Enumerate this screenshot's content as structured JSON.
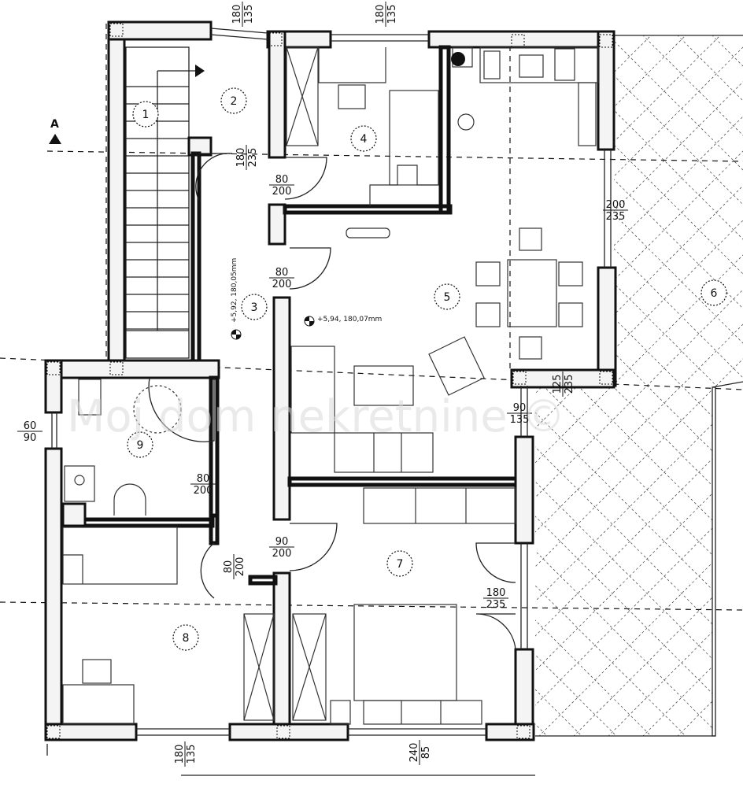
{
  "section_marker": "A",
  "watermark": "Moj dom nekretnine ©",
  "rooms": [
    {
      "label": "1"
    },
    {
      "label": "2"
    },
    {
      "label": "3"
    },
    {
      "label": "4"
    },
    {
      "label": "5"
    },
    {
      "label": "6"
    },
    {
      "label": "7"
    },
    {
      "label": "8"
    },
    {
      "label": "9"
    }
  ],
  "dimensions": [
    {
      "top": "180",
      "bottom": "135"
    },
    {
      "top": "180",
      "bottom": "135"
    },
    {
      "top": "180",
      "bottom": "235"
    },
    {
      "top": "80",
      "bottom": "200"
    },
    {
      "top": "200",
      "bottom": "235"
    },
    {
      "top": "80",
      "bottom": "200"
    },
    {
      "top": "125",
      "bottom": "235"
    },
    {
      "top": "90",
      "bottom": "135"
    },
    {
      "top": "60",
      "bottom": "90"
    },
    {
      "top": "80",
      "bottom": "200"
    },
    {
      "top": "90",
      "bottom": "200"
    },
    {
      "top": "80",
      "bottom": "200"
    },
    {
      "top": "180",
      "bottom": "235"
    },
    {
      "top": "180",
      "bottom": "135"
    },
    {
      "top": "240",
      "bottom": "85"
    }
  ],
  "annotations": [
    {
      "text": "+5,92, 180,05mm"
    },
    {
      "text": "+5,94, 180,07mm"
    }
  ]
}
